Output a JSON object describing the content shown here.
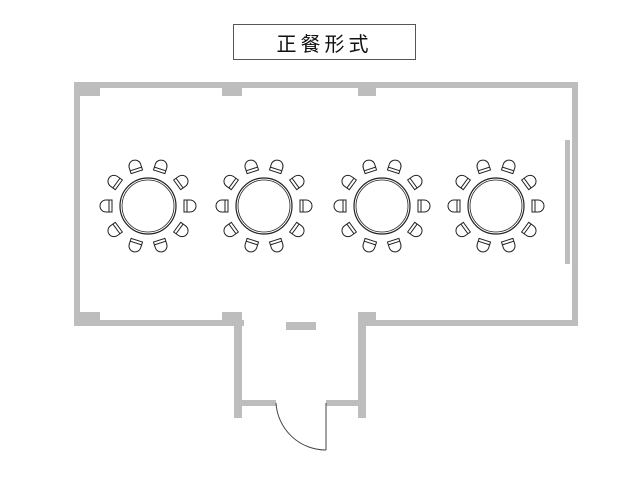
{
  "title": "正餐形式",
  "layout": {
    "style": "banquet round tables",
    "tables": [
      {
        "id": "table-1",
        "chairs": 10
      },
      {
        "id": "table-2",
        "chairs": 10
      },
      {
        "id": "table-3",
        "chairs": 10
      },
      {
        "id": "table-4",
        "chairs": 10
      }
    ]
  },
  "colors": {
    "wall": "#bdbdbd",
    "outline": "#222222",
    "background": "#ffffff"
  }
}
